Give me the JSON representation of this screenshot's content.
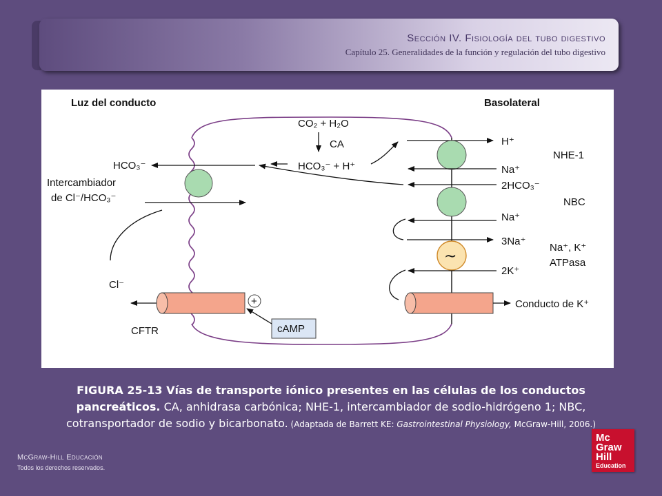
{
  "header": {
    "section_title": "Sección IV.  Fisiología del tubo digestivo",
    "chapter_subtitle": "Capítulo 25.  Generalidades de la función y regulación del tubo digestivo"
  },
  "diagram": {
    "lumen_title": "Luz del conducto",
    "basolateral_title": "Basolateral",
    "co2_h2o": "CO₂ + H₂O",
    "ca": "CA",
    "hco3_h": "HCO₃⁻ + H⁺",
    "hco3_lumen": "HCO₃⁻",
    "exchanger_line1": "Intercambiador",
    "exchanger_line2": "de Cl⁻/HCO₃⁻",
    "cl": "Cl⁻",
    "cftr": "CFTR",
    "camp": "cAMP",
    "plus": "+",
    "h_plus": "H⁺",
    "nhe1": "NHE-1",
    "na1": "Na⁺",
    "hco3_2": "2HCO₃⁻",
    "nbc": "NBC",
    "na2": "Na⁺",
    "na3": "3Na⁺",
    "atpase_line1": "Na⁺, K⁺",
    "atpase_line2": "ATPasa",
    "k2": "2K⁺",
    "k_channel": "Conducto de K⁺",
    "pump_symbol": "~"
  },
  "caption": {
    "bold": "FIGURA 25-13 Vías de transporte iónico presentes en las células de los conductos pancreáticos.",
    "normal": " CA, anhidrasa carbónica; NHE-1, intercambiador de sodio-hidrógeno 1; NBC, cotransportador de sodio y bicarbonato.",
    "small_prefix": " (Adaptada de Barrett KE: ",
    "small_italic": "Gastrointestinal Physiology,",
    "small_suffix": " McGraw-Hill, 2006.)"
  },
  "footer": {
    "publisher": "McGraw-Hill Educación",
    "rights": "Todos los derechos reservados."
  },
  "logo": {
    "line1": "Mc",
    "line2": "Graw",
    "line3": "Hill",
    "line4": "Education"
  },
  "colors": {
    "background": "#5e4c7e",
    "green_transporter": "#a9dbb0",
    "cftr_channel": "#f4a58c",
    "atpase_pump": "#fbe3b0",
    "membrane": "#7a3d86",
    "logo_red": "#c8102e"
  }
}
